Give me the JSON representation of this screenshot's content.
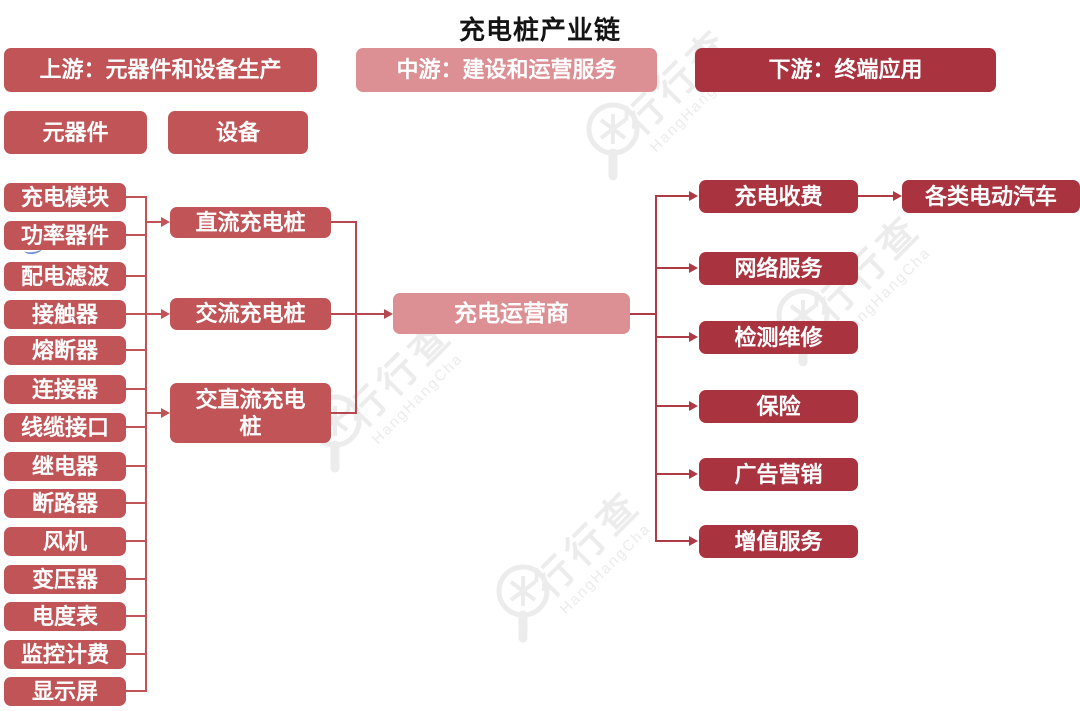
{
  "title": "充电桩产业链",
  "colors": {
    "c_up": "#C05456",
    "c_mid": "#DC9094",
    "c_down": "#A93440",
    "c_line_up": "#C05456",
    "c_line_mid": "#B5494F",
    "c_line_down": "#AD3A45",
    "c_title": "#141414",
    "c_wm": "#ECECEC"
  },
  "headers": {
    "upstream": "上游：元器件和设备生产",
    "midstream": "中游：建设和运营服务",
    "downstream": "下游：终端应用"
  },
  "upstream": {
    "categories": [
      "元器件",
      "设备"
    ],
    "components": [
      "充电模块",
      "功率器件",
      "配电滤波",
      "接触器",
      "熔断器",
      "连接器",
      "线缆接口",
      "继电器",
      "断路器",
      "风机",
      "变压器",
      "电度表",
      "监控计费",
      "显示屏"
    ],
    "equipment": [
      "直流充电桩",
      "交流充电桩",
      "交直流充电桩"
    ]
  },
  "midstream": {
    "operator": "充电运营商"
  },
  "downstream": {
    "services": [
      "充电收费",
      "网络服务",
      "检测维修",
      "保险",
      "广告营销",
      "增值服务"
    ],
    "application": "各类电动汽车"
  },
  "watermark": {
    "text": "行行查",
    "subtext": "HangHangCha"
  }
}
